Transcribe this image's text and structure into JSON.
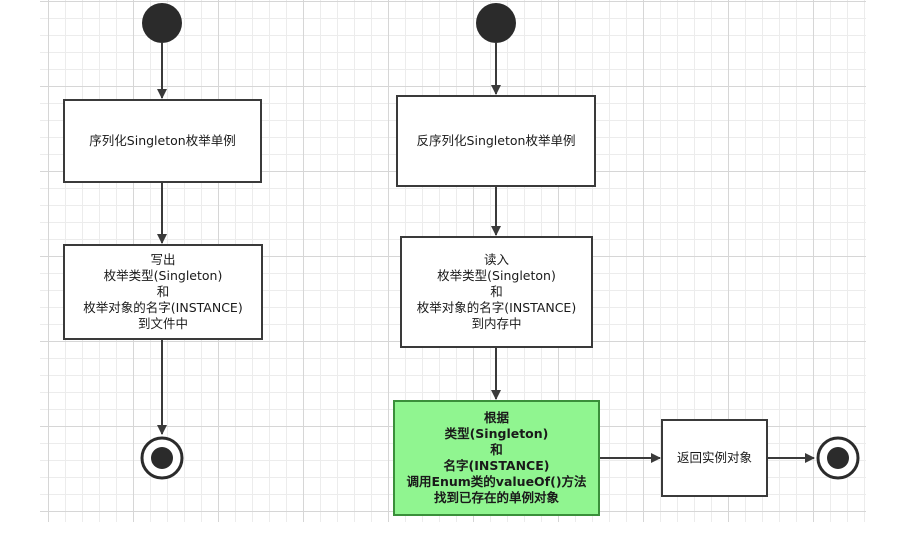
{
  "left_flow": {
    "step1": [
      "序列化Singleton枚举单例"
    ],
    "step2": [
      "写出",
      "枚举类型(Singleton)",
      "和",
      "枚举对象的名字(INSTANCE)",
      "到文件中"
    ]
  },
  "right_flow": {
    "step1": [
      "反序列化Singleton枚举单例"
    ],
    "step2": [
      "读入",
      "枚举类型(Singleton)",
      "和",
      "枚举对象的名字(INSTANCE)",
      "到内存中"
    ],
    "step3": [
      "根据",
      "类型(Singleton)",
      "和",
      "名字(INSTANCE)",
      "调用Enum类的valueOf()方法",
      "找到已存在的单例对象"
    ],
    "step4": [
      "返回实例对象"
    ]
  },
  "colors": {
    "highlight_fill": "#90f590",
    "node_border": "#3a3a3a",
    "start_end": "#2b2b2b"
  }
}
